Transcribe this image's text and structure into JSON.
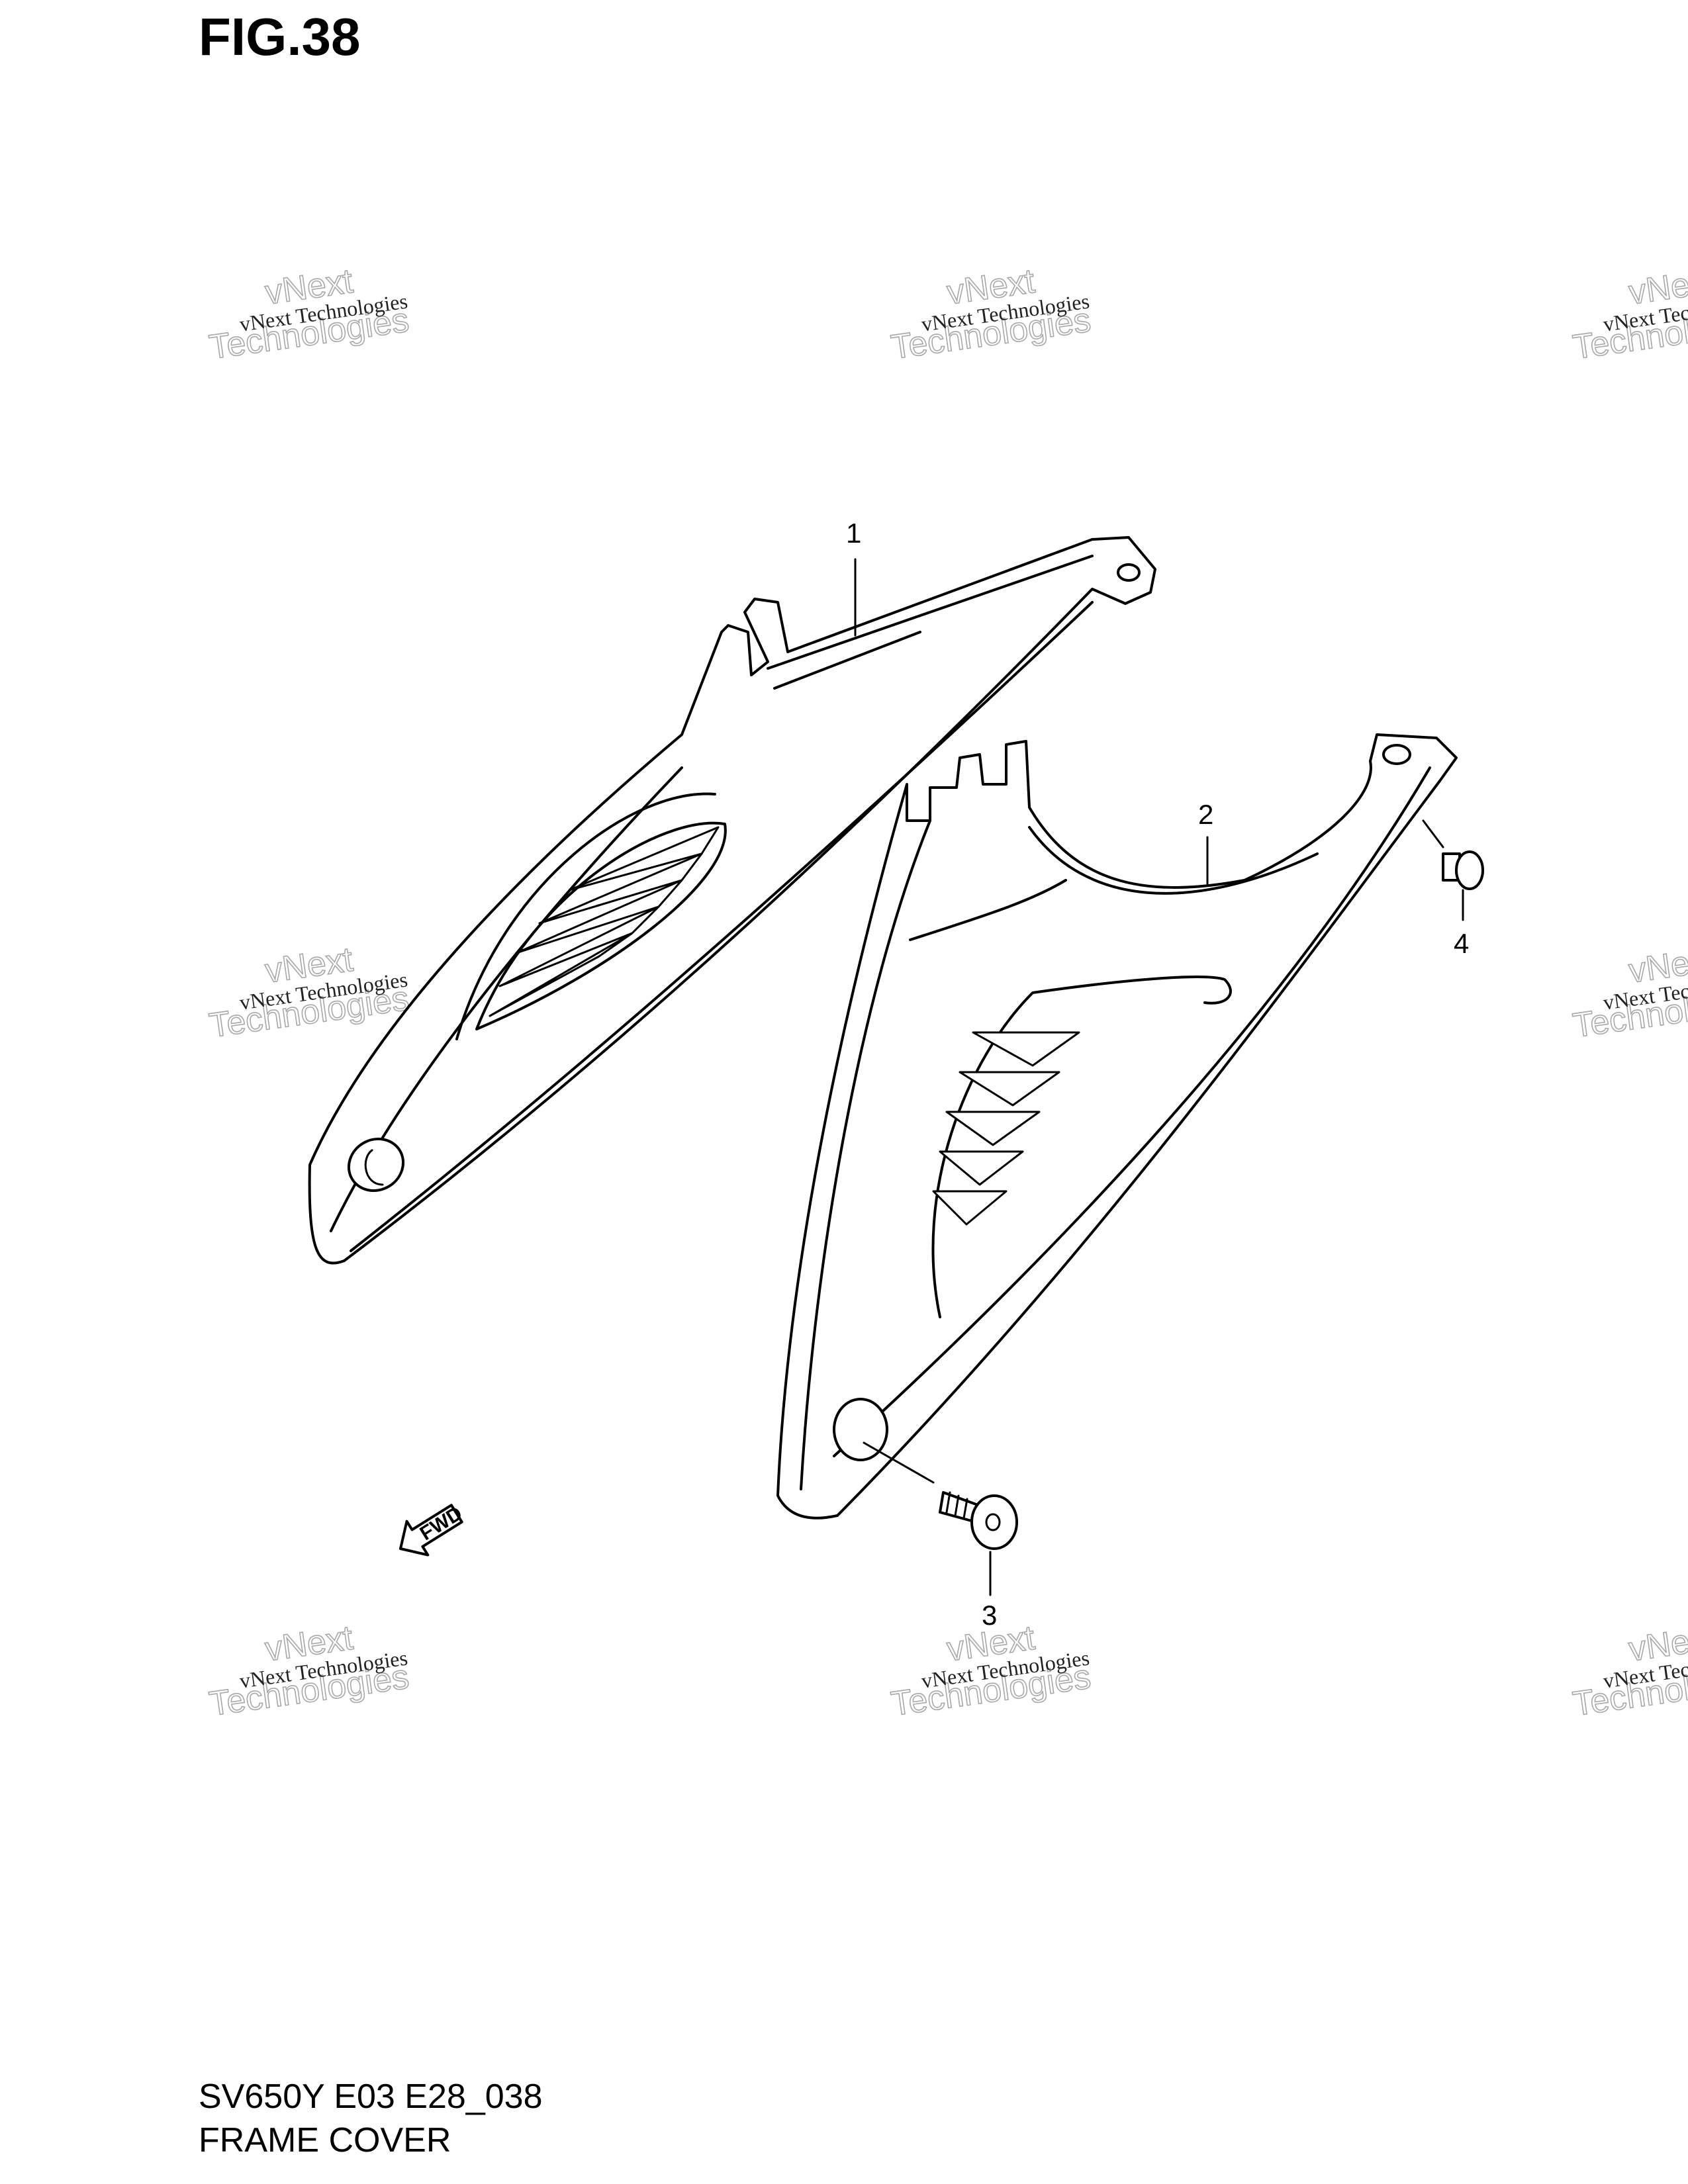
{
  "figure": {
    "title": "FIG.38"
  },
  "footer": {
    "model_code": "SV650Y E03 E28_038",
    "section_name": "FRAME COVER"
  },
  "callouts": [
    {
      "id": "1",
      "label": "1"
    },
    {
      "id": "2",
      "label": "2"
    },
    {
      "id": "3",
      "label": "3"
    },
    {
      "id": "4",
      "label": "4"
    }
  ],
  "fwd_arrow": {
    "label": "FWD"
  },
  "watermark": {
    "line1": "vNext Technologies",
    "line2": "vNext",
    "line3": "Technologies"
  },
  "colors": {
    "ink": "#000000",
    "background": "#ffffff",
    "watermark": "#a8a8a8"
  }
}
